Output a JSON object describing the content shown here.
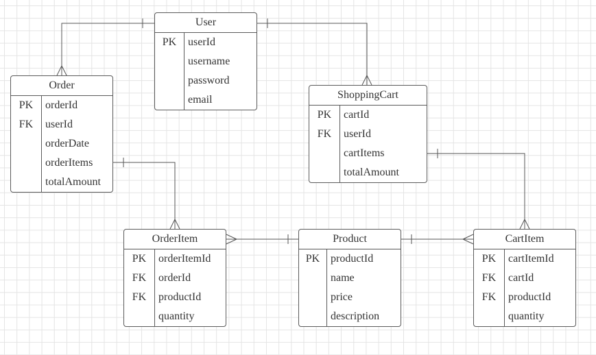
{
  "entities": {
    "user": {
      "title": "User",
      "attributes": [
        {
          "key": "PK",
          "name": "userId"
        },
        {
          "key": "",
          "name": "username"
        },
        {
          "key": "",
          "name": "password"
        },
        {
          "key": "",
          "name": "email"
        }
      ]
    },
    "order": {
      "title": "Order",
      "attributes": [
        {
          "key": "PK",
          "name": "orderId"
        },
        {
          "key": "FK",
          "name": "userId"
        },
        {
          "key": "",
          "name": "orderDate"
        },
        {
          "key": "",
          "name": "orderItems"
        },
        {
          "key": "",
          "name": "totalAmount"
        }
      ]
    },
    "shopping_cart": {
      "title": "ShoppingCart",
      "attributes": [
        {
          "key": "PK",
          "name": "cartId"
        },
        {
          "key": "FK",
          "name": "userId"
        },
        {
          "key": "",
          "name": "cartItems"
        },
        {
          "key": "",
          "name": "totalAmount"
        }
      ]
    },
    "order_item": {
      "title": "OrderItem",
      "attributes": [
        {
          "key": "PK",
          "name": "orderItemId"
        },
        {
          "key": "FK",
          "name": "orderId"
        },
        {
          "key": "FK",
          "name": "productId"
        },
        {
          "key": "",
          "name": "quantity"
        }
      ]
    },
    "product": {
      "title": "Product",
      "attributes": [
        {
          "key": "PK",
          "name": "productId"
        },
        {
          "key": "",
          "name": "name"
        },
        {
          "key": "",
          "name": "price"
        },
        {
          "key": "",
          "name": "description"
        }
      ]
    },
    "cart_item": {
      "title": "CartItem",
      "attributes": [
        {
          "key": "PK",
          "name": "cartItemId"
        },
        {
          "key": "FK",
          "name": "cartId"
        },
        {
          "key": "FK",
          "name": "productId"
        },
        {
          "key": "",
          "name": "quantity"
        }
      ]
    }
  },
  "relationships": [
    {
      "from": "user",
      "to": "order",
      "from_cardinality": "one",
      "to_cardinality": "many"
    },
    {
      "from": "user",
      "to": "shopping_cart",
      "from_cardinality": "one",
      "to_cardinality": "many"
    },
    {
      "from": "order",
      "to": "order_item",
      "from_cardinality": "one",
      "to_cardinality": "many"
    },
    {
      "from": "product",
      "to": "order_item",
      "from_cardinality": "one",
      "to_cardinality": "many"
    },
    {
      "from": "product",
      "to": "cart_item",
      "from_cardinality": "one",
      "to_cardinality": "many"
    },
    {
      "from": "shopping_cart",
      "to": "cart_item",
      "from_cardinality": "one",
      "to_cardinality": "many"
    }
  ]
}
